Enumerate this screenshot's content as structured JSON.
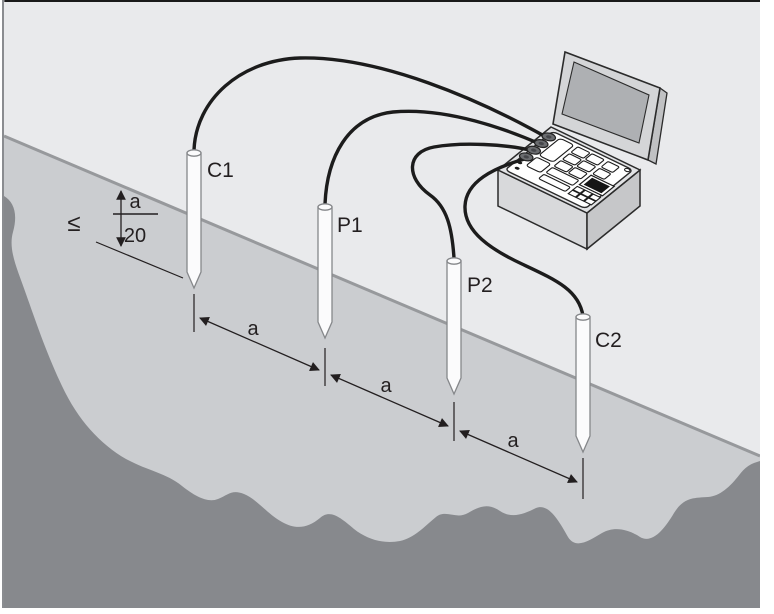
{
  "figure": {
    "kind": "four-electrode-earth-measurement-diagram"
  },
  "frame": {
    "top_rule_color": "#1a1a1a",
    "left_rule_color": "#8a8c90",
    "margin_color": "#ffffff"
  },
  "terrain": {
    "surface_color": "#e9eaec",
    "cut_face_color": "#cbcdd0",
    "subsoil_color": "#87898d",
    "surface_edge_color": "#97999c"
  },
  "electrodes": [
    {
      "label": "C1"
    },
    {
      "label": "P1"
    },
    {
      "label": "P2"
    },
    {
      "label": "C2"
    }
  ],
  "spacing_labels": [
    "a",
    "a",
    "a"
  ],
  "depth_limit": {
    "operator": "≤",
    "numerator": "a",
    "denominator": "20"
  },
  "cables": {
    "color": "#1c1c1c",
    "count": 4
  },
  "instrument": {
    "name": "earth-tester-in-open-case",
    "terminal_count": 4,
    "panel_color": "#ffffff",
    "display_color": "#151515",
    "lid_outer_color": "#d4d5d7",
    "lid_inner_color": "#aeb0b3"
  },
  "text_color": "#231f20"
}
